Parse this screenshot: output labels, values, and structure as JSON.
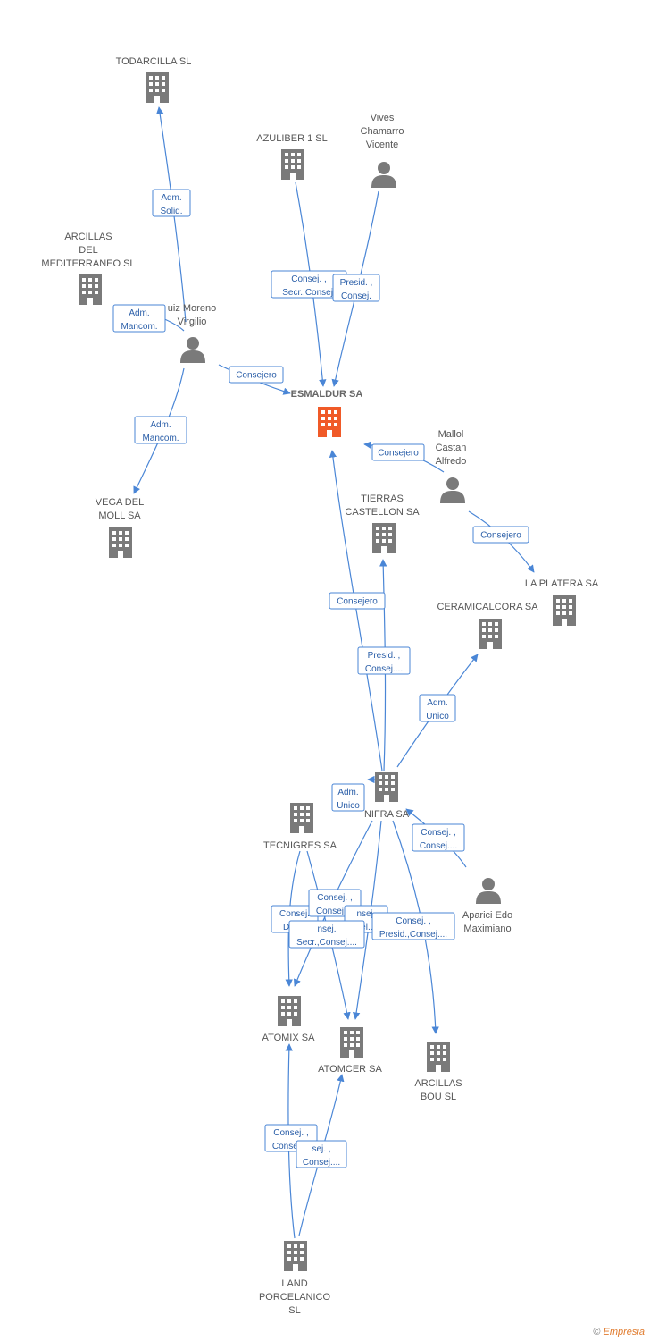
{
  "colors": {
    "accent": "#4a86d6",
    "company": "#7a7a7a",
    "main_company": "#f05a28",
    "person": "#7a7a7a"
  },
  "nodes": [
    {
      "id": "esmaldur",
      "type": "main",
      "lines": [
        "ESMALDUR SA"
      ]
    },
    {
      "id": "todarcilla",
      "type": "company",
      "lines": [
        "TODARCILLA SL"
      ]
    },
    {
      "id": "azuliber",
      "type": "company",
      "lines": [
        "AZULIBER 1 SL"
      ]
    },
    {
      "id": "vives",
      "type": "person",
      "lines": [
        "Vives",
        "Chamarro",
        "Vicente"
      ]
    },
    {
      "id": "arcillas_med",
      "type": "company",
      "lines": [
        "ARCILLAS",
        "DEL",
        "MEDITERRANEO SL"
      ]
    },
    {
      "id": "ruiz",
      "type": "person",
      "lines": [
        "uiz Moreno",
        "Virgilio"
      ]
    },
    {
      "id": "vega",
      "type": "company",
      "lines": [
        "VEGA DEL",
        "MOLL SA"
      ]
    },
    {
      "id": "mallol",
      "type": "person",
      "lines": [
        "Mallol",
        "Castan",
        "Alfredo"
      ]
    },
    {
      "id": "tierras",
      "type": "company",
      "lines": [
        "TIERRAS",
        "CASTELLON SA"
      ]
    },
    {
      "id": "laplatera",
      "type": "company",
      "lines": [
        "LA PLATERA SA"
      ]
    },
    {
      "id": "ceramicalcora",
      "type": "company",
      "lines": [
        "CERAMICALCORA SA"
      ]
    },
    {
      "id": "nifra",
      "type": "company",
      "lines": [
        "NIFRA SA"
      ]
    },
    {
      "id": "tecnigres",
      "type": "company",
      "lines": [
        "TECNIGRES SA"
      ]
    },
    {
      "id": "aparici",
      "type": "person",
      "lines": [
        "Aparici Edo",
        "Maximiano"
      ]
    },
    {
      "id": "atomix",
      "type": "company",
      "lines": [
        "ATOMIX SA"
      ]
    },
    {
      "id": "atomcer",
      "type": "company",
      "lines": [
        "ATOMCER SA"
      ]
    },
    {
      "id": "arcillasbou",
      "type": "company",
      "lines": [
        "ARCILLAS",
        "BOU SL"
      ]
    },
    {
      "id": "land",
      "type": "company",
      "lines": [
        "LAND",
        "PORCELANICO",
        "SL"
      ]
    }
  ],
  "edges": [
    {
      "id": "e1",
      "lines": [
        "Adm.",
        "Solid."
      ]
    },
    {
      "id": "e2",
      "lines": [
        "Adm.",
        "Mancom."
      ]
    },
    {
      "id": "e3",
      "lines": [
        "Adm.",
        "Mancom."
      ]
    },
    {
      "id": "e4",
      "lines": [
        "Consejero"
      ]
    },
    {
      "id": "e5",
      "lines": [
        "Consej. ,",
        "Secr.,Consej."
      ]
    },
    {
      "id": "e6",
      "lines": [
        "Presid. ,",
        "Consej."
      ]
    },
    {
      "id": "e7",
      "lines": [
        "Consejero"
      ]
    },
    {
      "id": "e8",
      "lines": [
        "Consejero"
      ]
    },
    {
      "id": "e9",
      "lines": [
        "Consejero"
      ]
    },
    {
      "id": "e10",
      "lines": [
        "Presid. ,",
        "Consej...."
      ]
    },
    {
      "id": "e11",
      "lines": [
        "Adm.",
        "Unico"
      ]
    },
    {
      "id": "e12",
      "lines": [
        "Adm.",
        "Unico"
      ]
    },
    {
      "id": "e13",
      "lines": [
        "Consej. ,",
        "Consej...."
      ]
    },
    {
      "id": "e14",
      "lines": [
        "Consej.",
        "Del...."
      ]
    },
    {
      "id": "e15",
      "lines": [
        "Consej. ,",
        "Consej...."
      ]
    },
    {
      "id": "e16",
      "lines": [
        "nsej.",
        "Del...."
      ]
    },
    {
      "id": "e17",
      "lines": [
        "nsej.",
        "Secr.,Consej...."
      ]
    },
    {
      "id": "e18",
      "lines": [
        "Consej. ,",
        "Presid.,Consej...."
      ]
    },
    {
      "id": "e19",
      "lines": [
        "Consej. ,",
        "Consej...."
      ]
    },
    {
      "id": "e20",
      "lines": [
        "sej. ,",
        "Consej...."
      ]
    }
  ],
  "footer": {
    "copyright": "©",
    "brand": "Empresia"
  }
}
